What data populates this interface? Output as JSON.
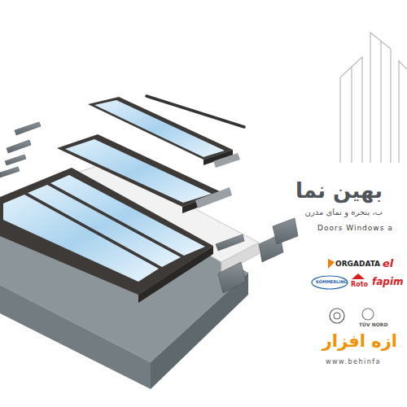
{
  "diagram": {
    "labels": [
      "بهین نما",
      "ب، پنجره و نمای مدرن",
      "Doors Windows a",
      "ORGADATA",
      "el",
      "KÖMMERLING",
      "Roto",
      "fapim",
      "TÜV NORD",
      "ازه افزار",
      "www.behinfa"
    ]
  }
}
